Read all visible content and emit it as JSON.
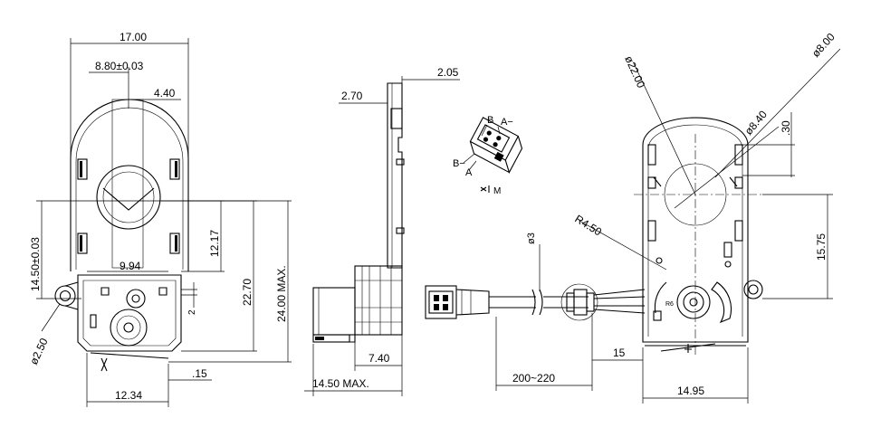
{
  "dimensions": {
    "width_17": "17.00",
    "center_8_80": "8.80±0.03",
    "offset_4_40": "4.40",
    "height_14_50": "14.50±0.03",
    "h_12_17": "12.17",
    "h_22_70": "22.70",
    "h_24_00": "24.00 MAX.",
    "w_9_94": "9.94",
    "small_2": "2",
    "dia_2_50": "ø2.50",
    "w_12_34": "12.34",
    "gap_15": ".15",
    "side_2_05": "2.05",
    "side_2_70": "2.70",
    "side_7_40": "7.40",
    "side_14_50": "14.50 MAX.",
    "dia_3": "ø3",
    "cable_200_220": "200~220",
    "cable_15": "15",
    "dia_22": "ø22.00",
    "dia_8_40": "ø8.40",
    "dia_8_00": "ø8.00",
    "r_4_50": "R4.50",
    "r_30": ".30",
    "h_15_75": "15.75",
    "w_14_95": "14.95"
  },
  "connector_detail": {
    "pin_b_top": "B",
    "pin_a_minus": "A−",
    "pin_b_left": "B−",
    "pin_a": "A",
    "caption": "M"
  },
  "marks": {
    "r6": "R6"
  }
}
